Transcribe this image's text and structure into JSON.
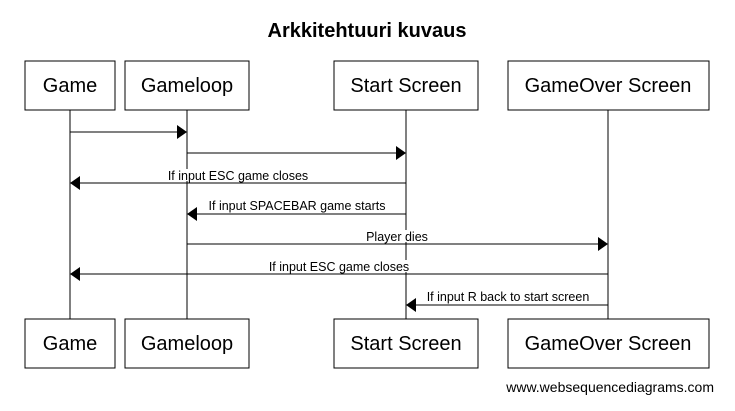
{
  "title": "Arkkitehtuuri kuvaus",
  "participants": [
    {
      "id": "game",
      "label": "Game"
    },
    {
      "id": "gameloop",
      "label": "Gameloop"
    },
    {
      "id": "start",
      "label": "Start Screen"
    },
    {
      "id": "gameover",
      "label": "GameOver Screen"
    }
  ],
  "messages": [
    {
      "from": "game",
      "to": "gameloop",
      "label": ""
    },
    {
      "from": "gameloop",
      "to": "start",
      "label": ""
    },
    {
      "from": "start",
      "to": "game",
      "label": "If input ESC game closes"
    },
    {
      "from": "start",
      "to": "gameloop",
      "label": "If input SPACEBAR game starts"
    },
    {
      "from": "gameloop",
      "to": "gameover",
      "label": "Player dies"
    },
    {
      "from": "gameover",
      "to": "game",
      "label": "If input ESC game closes"
    },
    {
      "from": "gameover",
      "to": "start",
      "label": "If input R back to start screen"
    }
  ],
  "watermark": "www.websequencediagrams.com"
}
